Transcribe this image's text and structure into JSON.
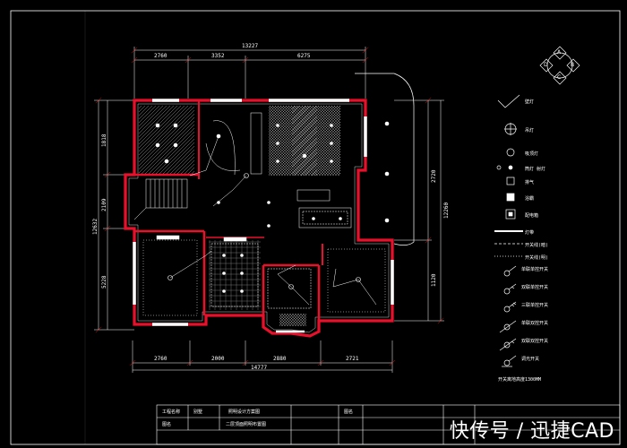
{
  "dimensions": {
    "top_total": "13227",
    "top_segments": [
      "2760",
      "3352",
      "6275"
    ],
    "bottom_total": "14777",
    "bottom_segments": [
      "2760",
      "2000",
      "2880",
      "2721"
    ],
    "left_total": "12632",
    "left_segments": [
      "1818",
      "2109",
      "5228"
    ],
    "right_total": "12260",
    "right_segments": [
      "2720",
      "1120"
    ]
  },
  "compass": {
    "letters": [
      "A",
      "B",
      "C",
      "D"
    ]
  },
  "legend": {
    "items": [
      {
        "icon": "wall-lamp-icon",
        "label": "壁灯"
      },
      {
        "icon": "chandelier-icon",
        "label": "吊灯"
      },
      {
        "icon": "ceiling-lamp-icon",
        "label": "吸顶灯"
      },
      {
        "icon": "downlight-icon",
        "label": "筒灯 射灯"
      },
      {
        "icon": "exhaust-fan-icon",
        "label": "排气"
      },
      {
        "icon": "bath-heater-icon",
        "label": "浴霸"
      },
      {
        "icon": "distribution-box-icon",
        "label": "配电箱"
      },
      {
        "icon": "light-strip-icon",
        "label": "灯带"
      },
      {
        "icon": "wire-icon",
        "label": "开关线(暗)"
      },
      {
        "icon": "wire-dashed-icon",
        "label": "开关线(明)"
      },
      {
        "icon": "switch-single-icon",
        "label": "单联单控开关"
      },
      {
        "icon": "switch-double-icon",
        "label": "双联单控开关"
      },
      {
        "icon": "switch-triple-icon",
        "label": "三联单控开关"
      },
      {
        "icon": "switch-dual-icon",
        "label": "单联双控开关"
      },
      {
        "icon": "switch-dual2-icon",
        "label": "双联双控开关"
      },
      {
        "icon": "dimmer-icon",
        "label": "调光开关"
      }
    ],
    "note": "开关离地高度1300MM"
  },
  "title_block": {
    "row1": [
      "工程名称",
      "别墅",
      "照明设计方案图",
      "图名",
      "",
      "",
      ""
    ],
    "row2": [
      "图名",
      "",
      "二层顶面照明布置图",
      "",
      "",
      "",
      ""
    ],
    "row3": [
      "",
      "",
      "",
      "",
      "",
      "",
      ""
    ]
  },
  "watermark": "快传号 / 迅捷CAD"
}
